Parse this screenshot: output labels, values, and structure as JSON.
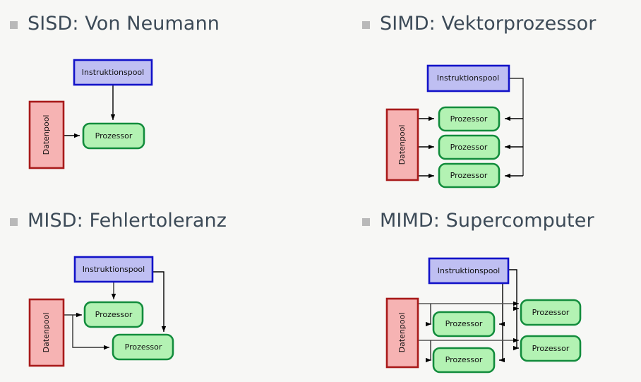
{
  "slide": {
    "background_color": "#f7f7f5",
    "bullet_color": "#b9b9b9",
    "heading_color": "#3c4a57"
  },
  "palette": {
    "instruction_fill": "#bfbff2",
    "instruction_stroke": "#1212c8",
    "data_fill": "#f6b3b3",
    "data_stroke": "#a81a1a",
    "processor_fill": "#b3f2b3",
    "processor_stroke": "#128c3c",
    "arrow_color": "#000000",
    "wire_color": "#444444"
  },
  "labels": {
    "instruction_pool": "Instruktionspool",
    "data_pool": "Datenpool",
    "processor": "Prozessor"
  },
  "quadrants": [
    {
      "id": "sisd",
      "heading": "SISD: Von Neumann",
      "instruction_pools": 1,
      "data_pools": 1,
      "processors": 1
    },
    {
      "id": "simd",
      "heading": "SIMD: Vektorprozessor",
      "instruction_pools": 1,
      "data_pools": 1,
      "processors": 3
    },
    {
      "id": "misd",
      "heading": "MISD: Fehlertoleranz",
      "instruction_pools": 1,
      "data_pools": 1,
      "processors": 2
    },
    {
      "id": "mimd",
      "heading": "MIMD: Supercomputer",
      "instruction_pools": 1,
      "data_pools": 1,
      "processors": 4
    }
  ]
}
